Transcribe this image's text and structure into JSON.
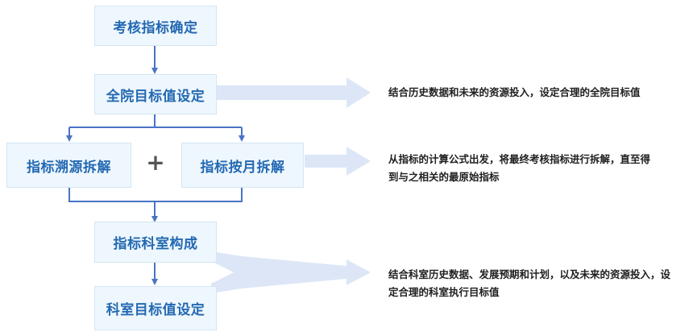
{
  "steps": {
    "step1": "考核指标确定",
    "step2": "全院目标值设定",
    "step3a": "指标溯源拆解",
    "plus": "+",
    "step3b": "指标按月拆解",
    "step4": "指标科室构成",
    "step5": "科室目标值设定"
  },
  "descriptions": {
    "d1": "结合历史数据和未来的资源投入，设定合理的全院目标值",
    "d2_line1": "从指标的计算公式出发，将最终考核指标进行拆解，直至得",
    "d2_line2": "到与之相关的最原始指标",
    "d3_line1": "结合科室历史数据、发展预期和计划，以及未来的资源投入，设",
    "d3_line2": "定合理的科室执行目标值"
  },
  "colors": {
    "box_fill": "#eef7fd",
    "box_text": "#2469b3",
    "connector": "#4a73c4",
    "wide_arrow": "#dce6f7",
    "plus": "#555555"
  }
}
